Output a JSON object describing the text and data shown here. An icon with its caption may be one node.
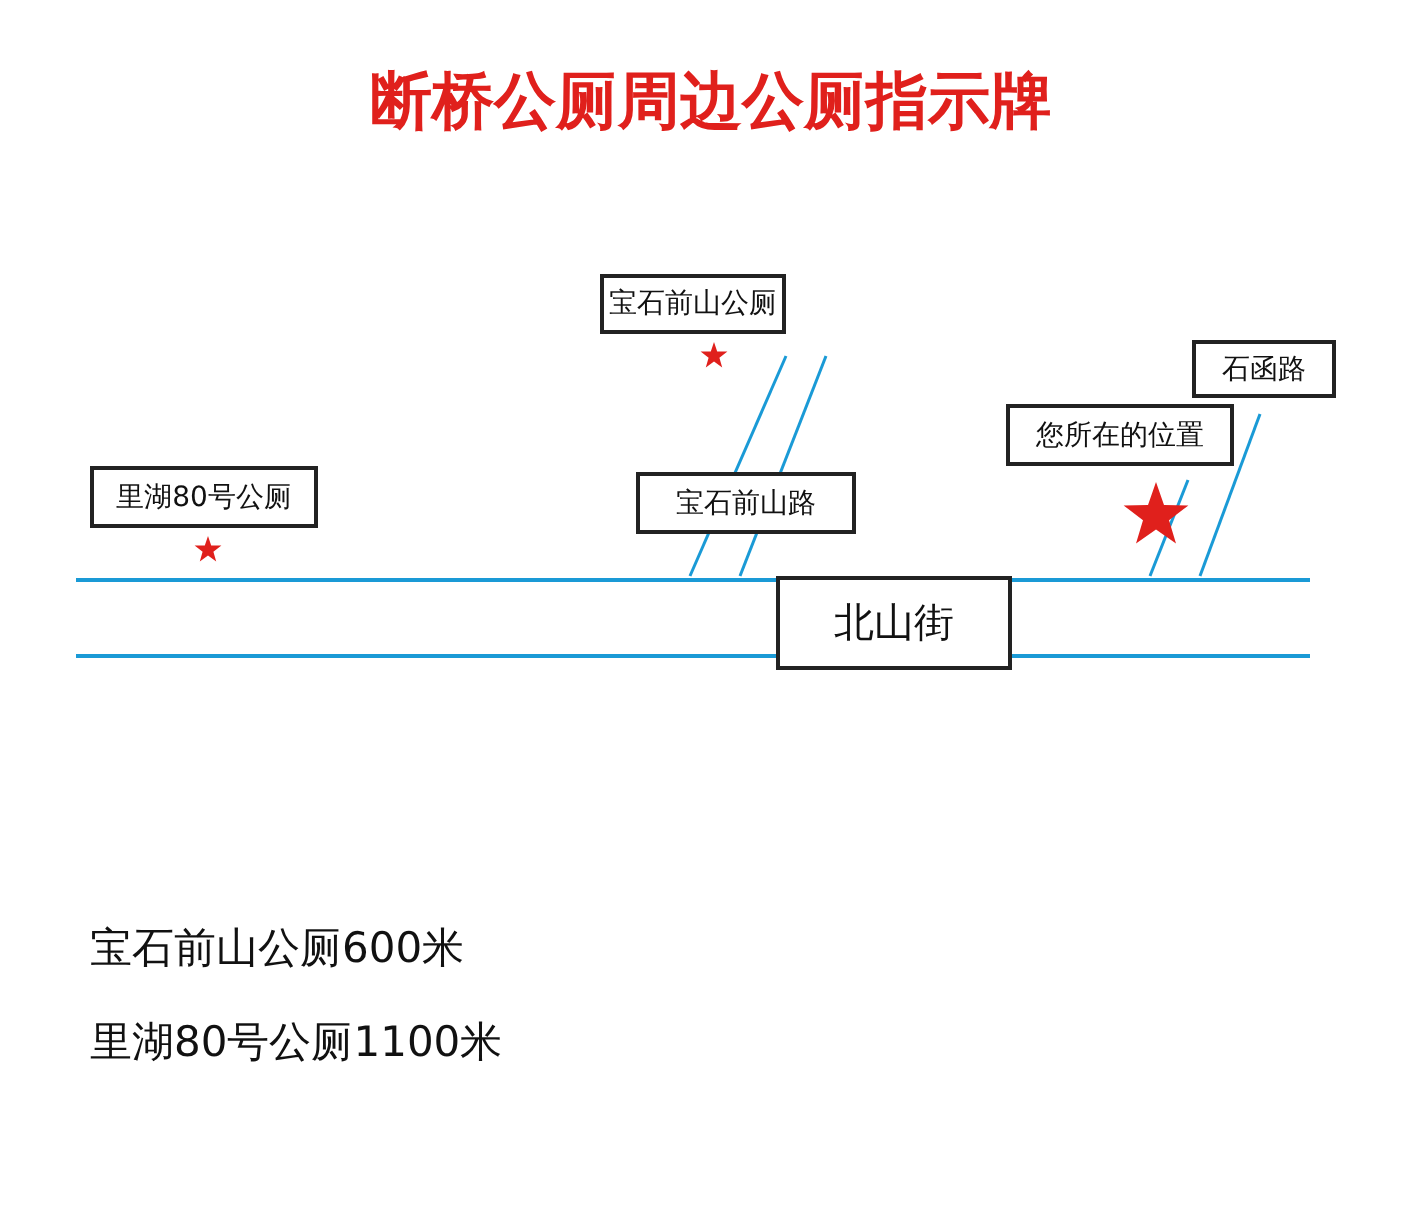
{
  "diagram": {
    "title": "断桥公厕周边公厕指示牌",
    "nodes": [
      {
        "text": [
          "宝石前山公厕"
        ]
      },
      {
        "text": [
          "石函路"
        ]
      },
      {
        "text": [
          "您所在的位置"
        ]
      },
      {
        "text": [
          "里湖80号公厕"
        ]
      },
      {
        "text": [
          "宝石前山路"
        ]
      },
      {
        "text": [
          "北山街"
        ]
      }
    ],
    "labels": [
      "宝石前山公厕600米",
      "里湖80号公厕1100米"
    ]
  }
}
